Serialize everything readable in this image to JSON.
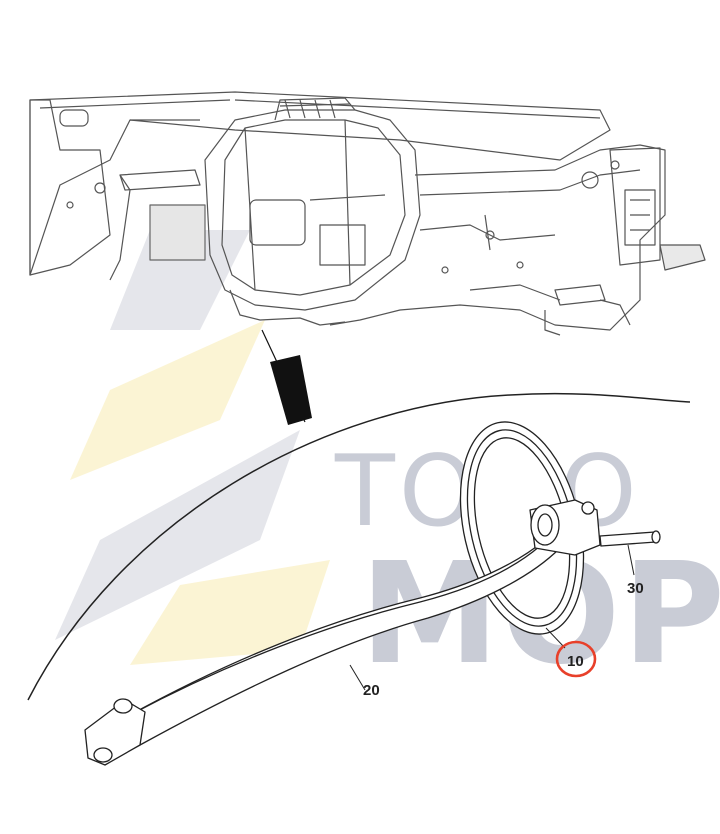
{
  "watermark": {
    "line1": "TODO",
    "line2": "MOP",
    "color": "#c9ccd6",
    "stripe_gray": "#dcdee4",
    "stripe_yellow": "#fbf3cf"
  },
  "callouts": {
    "mirror": "10",
    "arm": "20",
    "pin": "30"
  },
  "highlight_color": "#e8402a",
  "line_color": "#333333"
}
